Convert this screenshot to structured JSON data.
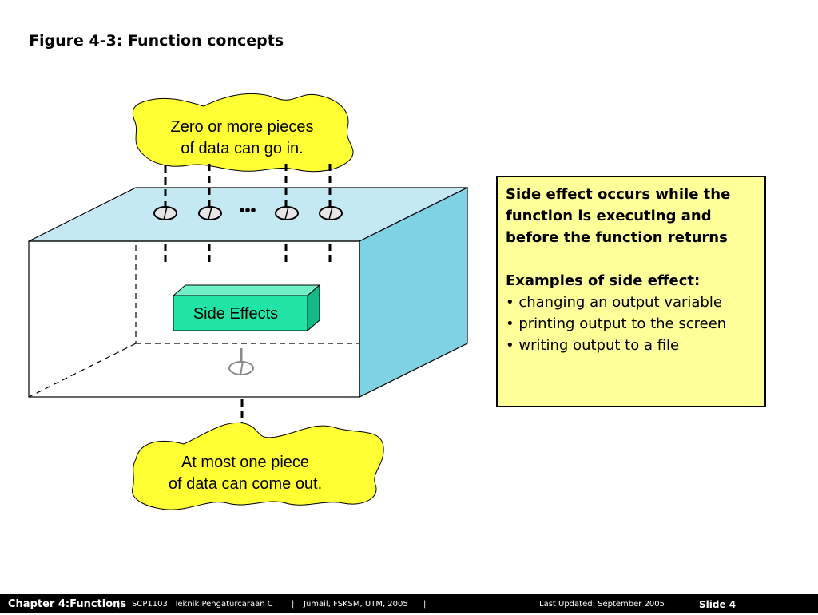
{
  "slide": {
    "title": "Figure 4-3: Function concepts"
  },
  "figure": {
    "input_cloud": [
      "Zero or more pieces",
      "of data can go in."
    ],
    "ellipsis": "•••",
    "side_effects_label": "Side Effects",
    "output_cloud": [
      "At most one piece",
      "of data can come out."
    ],
    "colors": {
      "cloud": "#ffff33",
      "box_top": "#c5e9f3",
      "box_side": "#7fd1e4",
      "side_effects_block": "#22e5a5"
    }
  },
  "note": {
    "heading": [
      "Side effect occurs while the",
      "function is executing and",
      "before the function returns"
    ],
    "examples_label": "Examples of side effect:",
    "examples": [
      "changing an output variable",
      "printing output to the screen",
      "writing output to a file"
    ],
    "background": "#ffff99"
  },
  "footer": {
    "chapter": "Chapter 4:Functions",
    "sep1": "|",
    "course_code": "SCP1103",
    "course_name": "Teknik Pengaturcaraan C",
    "sep2": "|",
    "author": "Jumail, FSKSM, UTM, 2005",
    "sep3": "|",
    "last_updated": "Last Updated: September  2005",
    "slide_number": "Slide 4"
  }
}
